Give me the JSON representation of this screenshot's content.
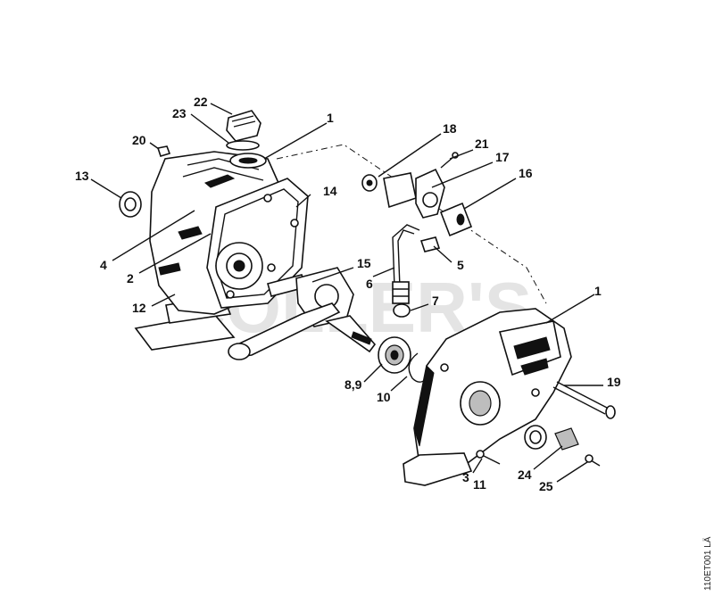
{
  "diagram": {
    "watermark": "COLLER'S",
    "drawing_code": "110ET001 LÄ",
    "callouts": {
      "c1_upper": "1",
      "c1_lower": "1",
      "c2": "2",
      "c3": "3",
      "c4": "4",
      "c5": "5",
      "c6": "6",
      "c7": "7",
      "c89": "8,9",
      "c10": "10",
      "c11": "11",
      "c12": "12",
      "c13": "13",
      "c14": "14",
      "c15": "15",
      "c16": "16",
      "c17": "17",
      "c18": "18",
      "c19": "19",
      "c20": "20",
      "c21": "21",
      "c22": "22",
      "c23": "23",
      "c24": "24",
      "c25": "25"
    }
  }
}
